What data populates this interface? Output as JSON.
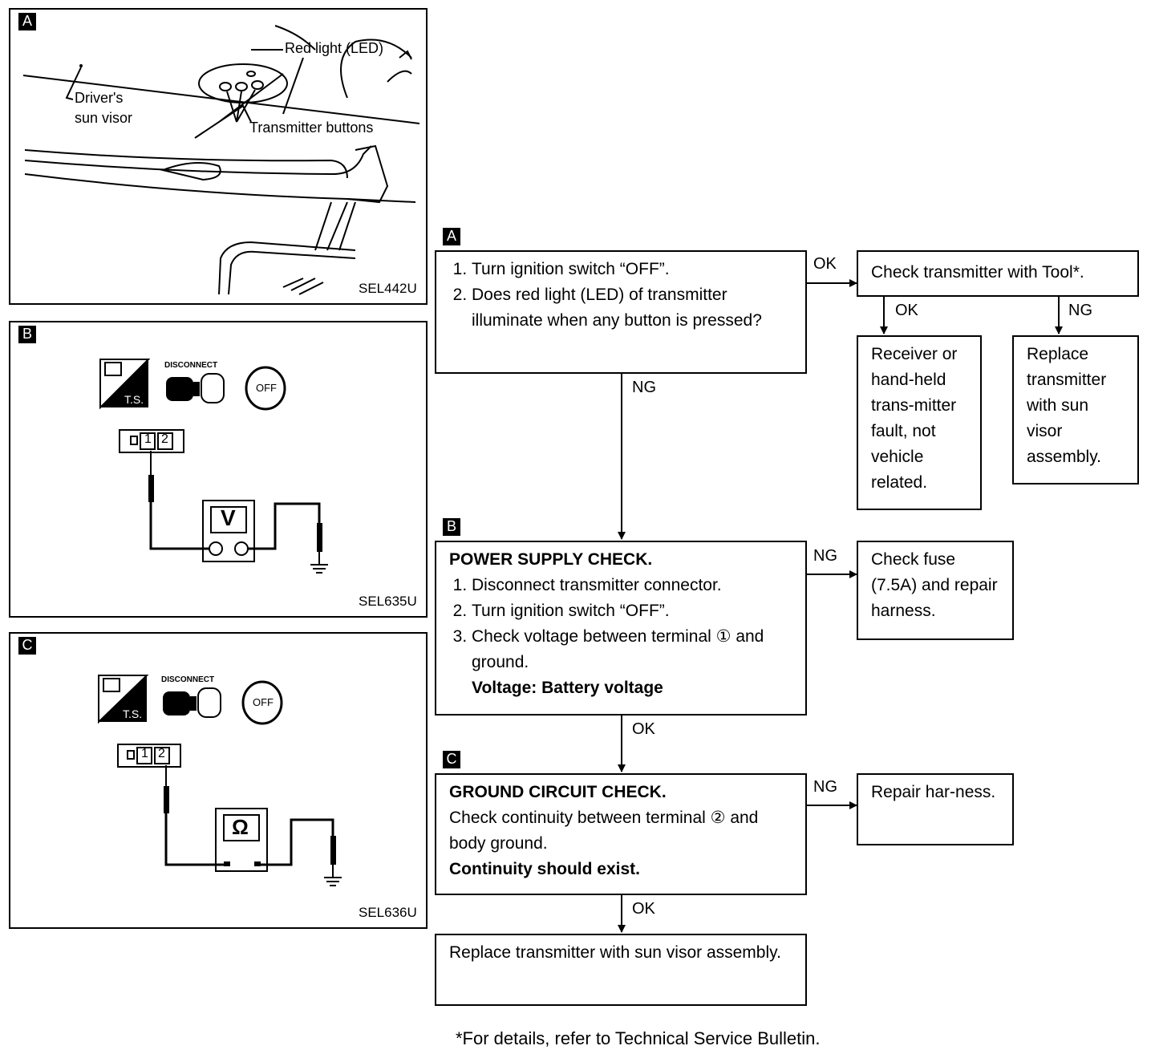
{
  "panels": {
    "a": {
      "tag": "A",
      "code": "SEL442U",
      "labels": {
        "red_light": "Red light (LED)",
        "drivers": "Driver's",
        "sun_visor": "sun visor",
        "transmitter_buttons": "Transmitter buttons"
      }
    },
    "b": {
      "tag": "B",
      "code": "SEL635U",
      "disconnect": "DISCONNECT",
      "ts": "T.S.",
      "off": "OFF",
      "pin1": "1",
      "pin2": "2",
      "meter": "V"
    },
    "c": {
      "tag": "C",
      "code": "SEL636U",
      "disconnect": "DISCONNECT",
      "ts": "T.S.",
      "off": "OFF",
      "pin1": "1",
      "pin2": "2",
      "meter": "Ω"
    }
  },
  "flow": {
    "step_a": {
      "tag": "A",
      "items": [
        "Turn ignition switch “OFF”.",
        "Does red light (LED) of transmitter illuminate when any button is pressed?"
      ]
    },
    "check_tool": "Check transmitter with Tool*.",
    "receiver_fault": "Receiver or hand-held trans-mitter fault, not vehicle related.",
    "replace_transmitter": "Replace transmitter with sun visor assembly.",
    "step_b": {
      "tag": "B",
      "title": "POWER SUPPLY CHECK.",
      "items": [
        "Disconnect transmitter connector.",
        "Turn ignition switch “OFF”.",
        "Check voltage between terminal ① and ground."
      ],
      "spec": "Voltage: Battery voltage"
    },
    "check_fuse": "Check fuse (7.5A) and repair harness.",
    "step_c": {
      "tag": "C",
      "title": "GROUND CIRCUIT CHECK.",
      "text": "Check continuity between terminal ② and body ground.",
      "spec": "Continuity should exist."
    },
    "repair_harness": "Repair har-ness.",
    "final": "Replace transmitter with sun visor assembly.",
    "labels": {
      "ok_a": "OK",
      "ok_tool": "OK",
      "ng_tool": "NG",
      "ng_a": "NG",
      "ng_b": "NG",
      "ok_b": "OK",
      "ng_c": "NG",
      "ok_c": "OK"
    }
  },
  "footnote": "*For details, refer to Technical Service Bulletin."
}
